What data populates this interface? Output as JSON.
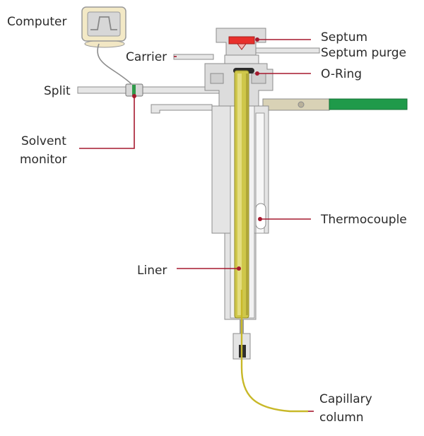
{
  "labels": {
    "computer": "Computer",
    "carrier": "Carrier",
    "split": "Split",
    "solvent_line1": "Solvent",
    "solvent_line2": "monitor",
    "septum": "Septum",
    "septum_purge": "Septum purge",
    "o_ring": "O-Ring",
    "thermocouple": "Thermocouple",
    "liner": "Liner",
    "capillary_line1": "Capillary",
    "capillary_line2": "column"
  },
  "colors": {
    "leader": "#a6192e",
    "body_fill": "#e4e4e4",
    "body_stroke": "#8c8c8c",
    "liner_fill": "#cfc74a",
    "liner_dark": "#8e8724",
    "column": "#c8b828",
    "septum_red": "#e8302c",
    "green_plate": "#1f9a4a",
    "tan_plate": "#d9d2b6"
  }
}
